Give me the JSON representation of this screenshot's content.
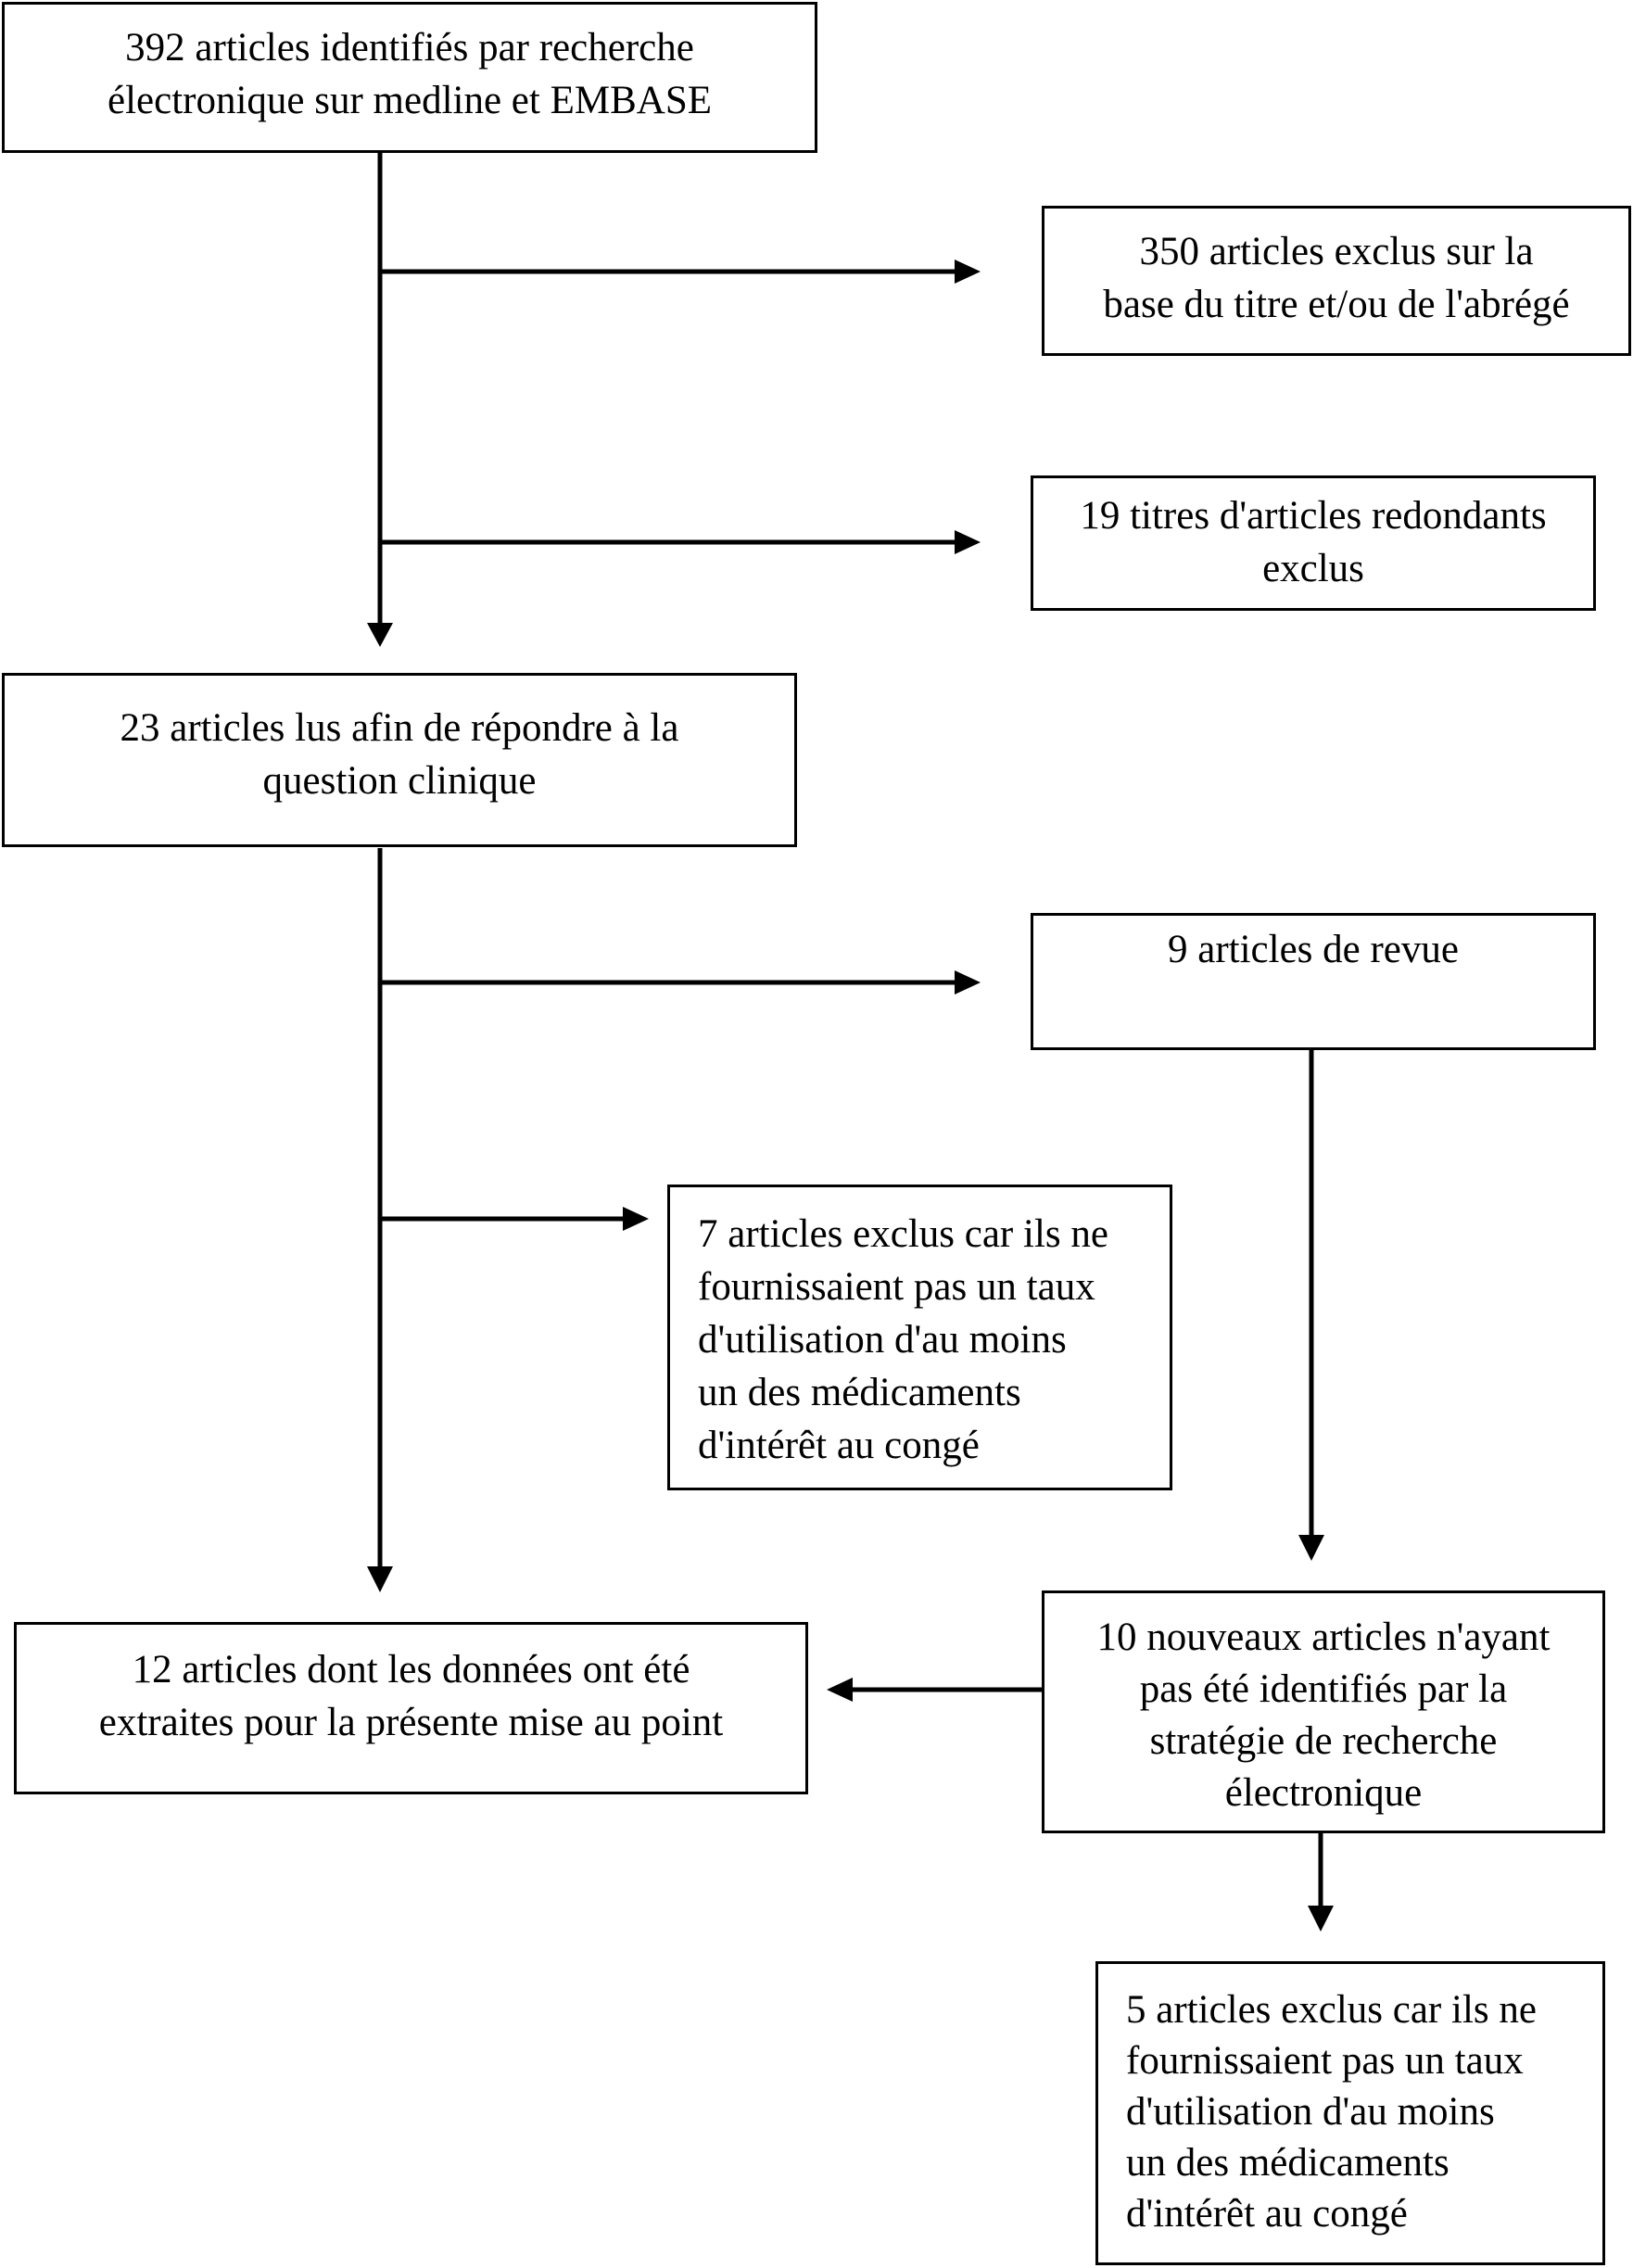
{
  "flowchart": {
    "boxes": {
      "identified": {
        "lines": [
          "392 articles identifiés par recherche",
          "électronique sur medline et EMBASE"
        ]
      },
      "excluded_title": {
        "lines": [
          "350 articles exclus sur la",
          "base du titre et/ou de l'abrégé"
        ]
      },
      "excluded_redundant": {
        "lines": [
          "19 titres d'articles redondants",
          "exclus"
        ]
      },
      "read": {
        "lines": [
          "23 articles lus afin de répondre à la",
          "question clinique"
        ]
      },
      "review": {
        "lines": [
          "9 articles de revue"
        ]
      },
      "excluded_rate": {
        "lines": [
          "7 articles exclus car ils ne",
          "fournissaient pas un taux",
          "d'utilisation d'au moins",
          "un des médicaments",
          "d'intérêt au congé"
        ]
      },
      "extracted": {
        "lines": [
          "12 articles dont les données ont été",
          "extraites pour la présente mise au point"
        ]
      },
      "new_articles": {
        "lines": [
          "10 nouveaux articles n'ayant",
          "pas été identifiés par la",
          "stratégie de recherche",
          "électronique"
        ]
      },
      "excluded_rate_2": {
        "lines": [
          "5 articles exclus car ils ne",
          "fournissaient pas un taux",
          "d'utilisation d'au moins",
          "un des médicaments",
          "d'intérêt au congé"
        ]
      }
    }
  }
}
